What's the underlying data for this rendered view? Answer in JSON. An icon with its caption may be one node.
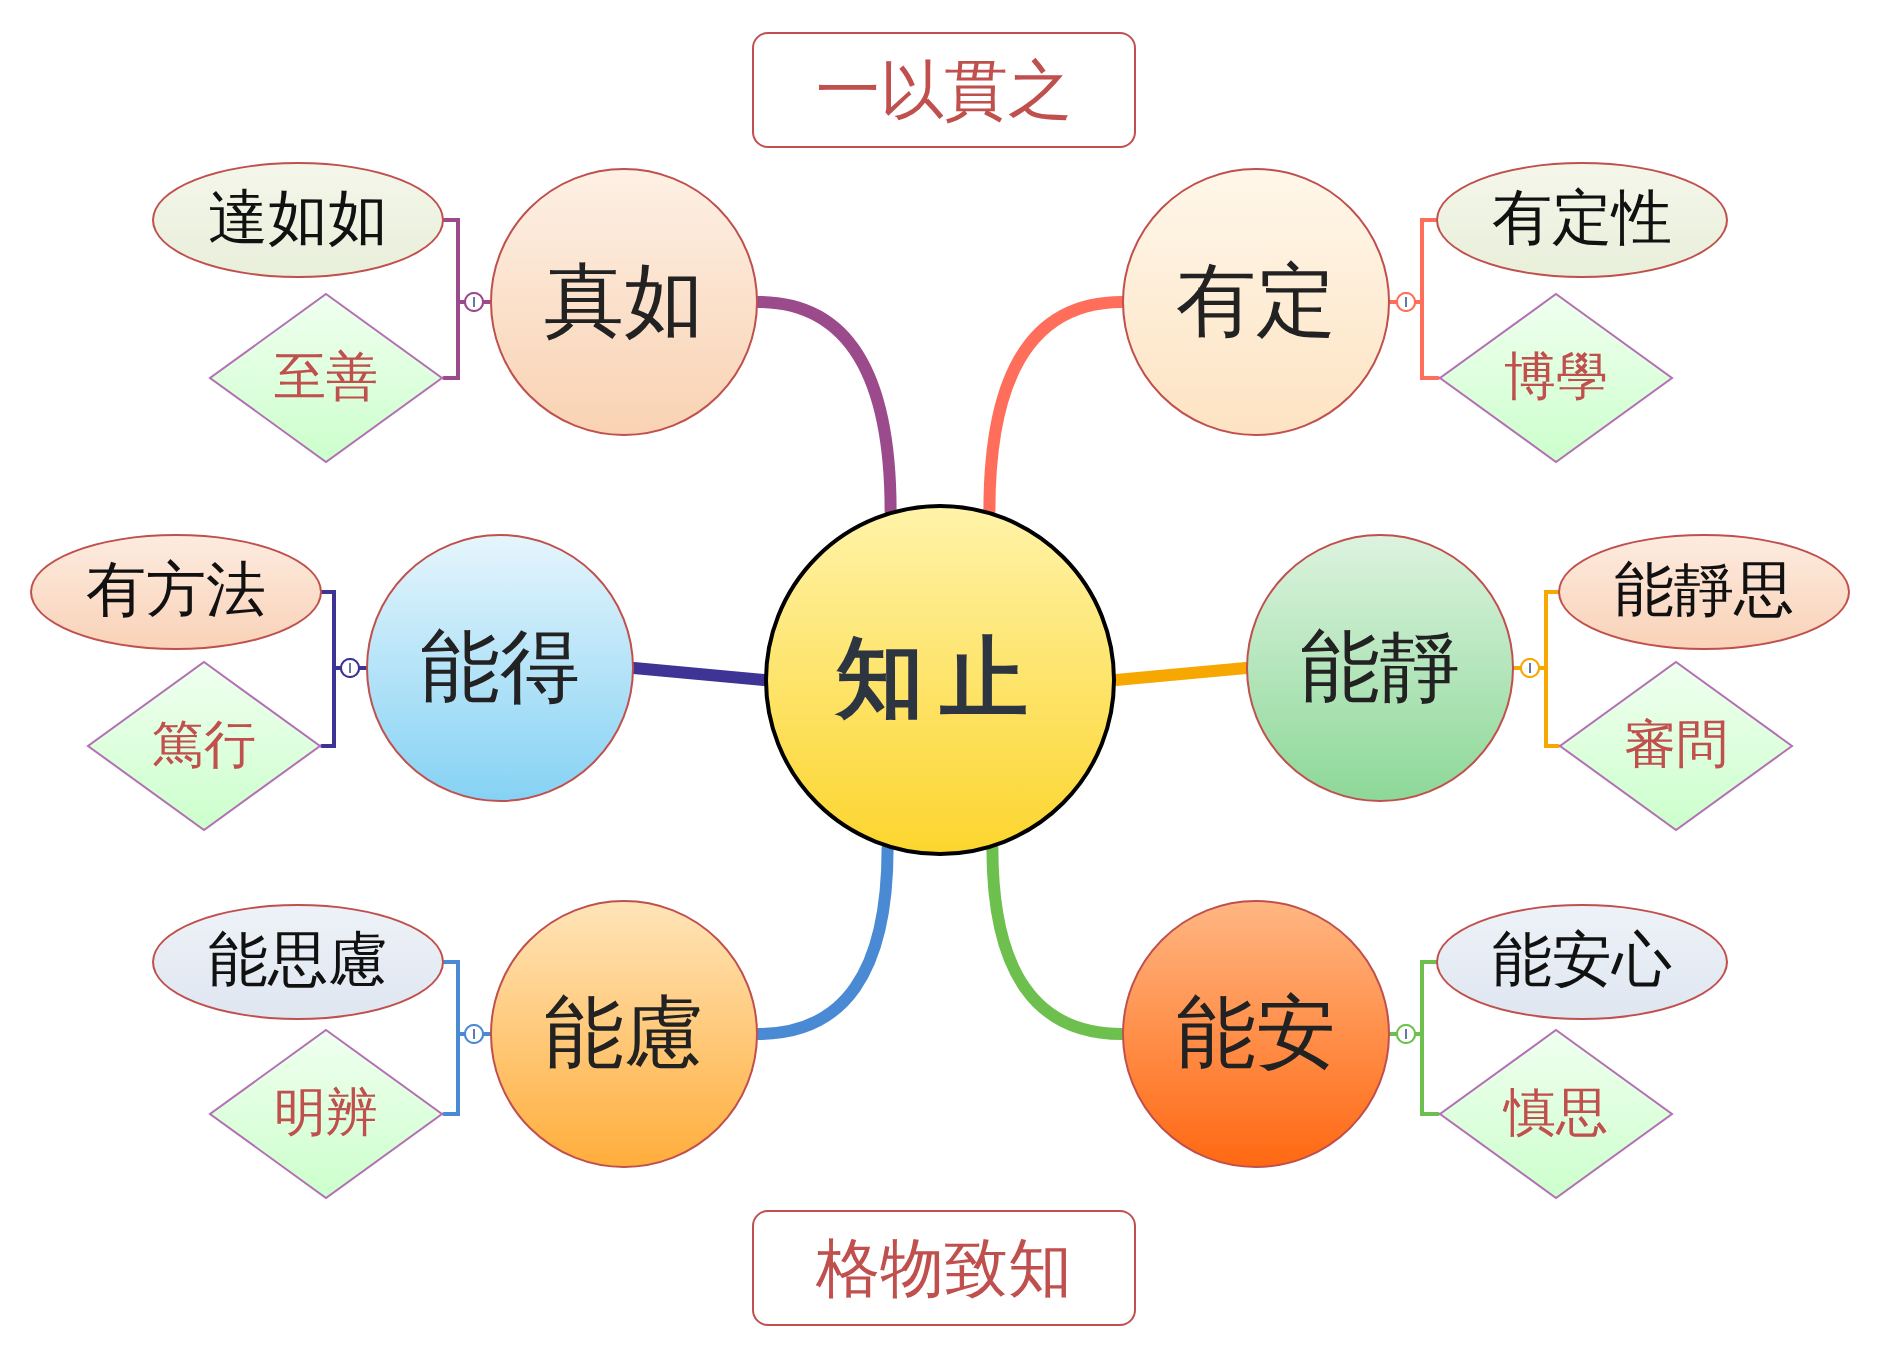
{
  "diagram": {
    "nodes": [
      {
        "text": [
          "知止"
        ]
      },
      {
        "text": [
          "一以貫之"
        ]
      },
      {
        "text": [
          "格物致知"
        ]
      },
      {
        "text": [
          "真如"
        ]
      },
      {
        "text": [
          "達如如"
        ]
      },
      {
        "text": [
          "至善"
        ]
      },
      {
        "text": [
          "有定"
        ]
      },
      {
        "text": [
          "有定性"
        ]
      },
      {
        "text": [
          "博學"
        ]
      },
      {
        "text": [
          "能得"
        ]
      },
      {
        "text": [
          "有方法"
        ]
      },
      {
        "text": [
          "篤行"
        ]
      },
      {
        "text": [
          "能靜"
        ]
      },
      {
        "text": [
          "能靜思"
        ]
      },
      {
        "text": [
          "審問"
        ]
      },
      {
        "text": [
          "能慮"
        ]
      },
      {
        "text": [
          "能思慮"
        ]
      },
      {
        "text": [
          "明辨"
        ]
      },
      {
        "text": [
          "能安"
        ]
      },
      {
        "text": [
          "能安心"
        ]
      },
      {
        "text": [
          "慎思"
        ]
      }
    ],
    "edges": [
      {
        "from": 0,
        "to": 3,
        "arrow": "none",
        "style": "thick",
        "color": "#9b4a8b"
      },
      {
        "from": 3,
        "to": 4,
        "arrow": "other",
        "color": "#9b4a8b"
      },
      {
        "from": 3,
        "to": 5,
        "arrow": "other",
        "color": "#9b4a8b"
      },
      {
        "from": 0,
        "to": 6,
        "arrow": "none",
        "style": "thick",
        "color": "#ff6e5a"
      },
      {
        "from": 6,
        "to": 7,
        "arrow": "other",
        "color": "#ff6e5a"
      },
      {
        "from": 6,
        "to": 8,
        "arrow": "other",
        "color": "#ff6e5a"
      },
      {
        "from": 0,
        "to": 9,
        "arrow": "none",
        "style": "thick",
        "color": "#3d3495"
      },
      {
        "from": 9,
        "to": 10,
        "arrow": "other",
        "color": "#3d3495"
      },
      {
        "from": 9,
        "to": 11,
        "arrow": "other",
        "color": "#3d3495"
      },
      {
        "from": 0,
        "to": 12,
        "arrow": "none",
        "style": "thick",
        "color": "#f7a800"
      },
      {
        "from": 12,
        "to": 13,
        "arrow": "other",
        "color": "#f7a800"
      },
      {
        "from": 12,
        "to": 14,
        "arrow": "other",
        "color": "#f7a800"
      },
      {
        "from": 0,
        "to": 15,
        "arrow": "none",
        "style": "thick",
        "color": "#4a8ad4"
      },
      {
        "from": 15,
        "to": 16,
        "arrow": "other",
        "color": "#4a8ad4"
      },
      {
        "from": 15,
        "to": 17,
        "arrow": "other",
        "color": "#4a8ad4"
      },
      {
        "from": 0,
        "to": 18,
        "arrow": "none",
        "style": "thick",
        "color": "#6ec04e"
      },
      {
        "from": 18,
        "to": 19,
        "arrow": "other",
        "color": "#6ec04e"
      },
      {
        "from": 18,
        "to": 20,
        "arrow": "other",
        "color": "#6ec04e"
      }
    ]
  }
}
